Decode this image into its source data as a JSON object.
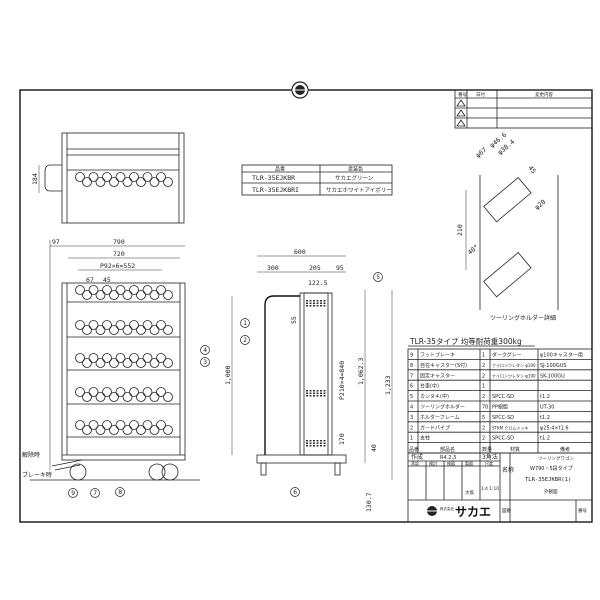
{
  "revision_table": {
    "headers": [
      "番号",
      "日付",
      "変更内容"
    ],
    "rows": 3
  },
  "model_table": {
    "headers": [
      "品番",
      "塗装色"
    ],
    "rows": [
      [
        "TLR-35EJKBR",
        "サカエグリーン"
      ],
      [
        "TLR-35EJKBRI",
        "サカエホワイトアイボリー"
      ]
    ]
  },
  "top_view": {
    "dim_depth": "184"
  },
  "front_view": {
    "dim_overall": "790",
    "dim_left": "97",
    "dim_inner": "720",
    "dim_pitch": "P92×6=552",
    "dim_a": "67",
    "dim_b": "45",
    "label_release": "解除時",
    "label_brake": "ブレーキ時"
  },
  "side_view": {
    "dim_total": "600",
    "dim_a": "300",
    "dim_b": "205",
    "dim_c": "95",
    "dim_d": "122.5",
    "dim_e": "55",
    "dim_pitch": "P210×4=840",
    "dim_f": "170",
    "dim_h1": "1,000",
    "dim_h2": "1,062.3",
    "dim_h3": "1,233",
    "dim_g": "40",
    "dim_caster": "130.7"
  },
  "holder_detail": {
    "title": "ツーリングホルダー詳細",
    "dims": [
      "φ67",
      "φ46.6",
      "φ38.4",
      "45",
      "φ20",
      "210",
      "40°"
    ]
  },
  "callouts": [
    "1",
    "2",
    "3",
    "4",
    "5",
    "6",
    "7",
    "8",
    "9"
  ],
  "parts_title": "TLR-35タイプ  均等耐荷重300kg",
  "parts_table": {
    "headers": [
      "品番",
      "部品名",
      "数量",
      "材質",
      "備考"
    ],
    "rows": [
      [
        "9",
        "フットブレーキ",
        "1",
        "ダークグレー",
        "φ100キャスター用"
      ],
      [
        "8",
        "自在キャスター(S付)",
        "2",
        "ナイロンウレタン φ100",
        "SJ-100GUS"
      ],
      [
        "7",
        "固定キャスター",
        "2",
        "ナイロンウレタン φ100",
        "SK-100GU"
      ],
      [
        "6",
        "台車(中)",
        "1",
        "",
        ""
      ],
      [
        "5",
        "カンヌキ(中)",
        "2",
        "SPCC-SD",
        "t1.2"
      ],
      [
        "4",
        "ツーリングホルダー",
        "70",
        "PP樹脂",
        "UT-30"
      ],
      [
        "3",
        "ホルダーフレーム",
        "5",
        "SPCC-SD",
        "t1.2"
      ],
      [
        "2",
        "ガードパイプ",
        "2",
        "STKM クロムメッキ",
        "φ25.4×t1.6"
      ],
      [
        "1",
        "支柱",
        "2",
        "SPCC-SD",
        "t1.2"
      ]
    ]
  },
  "title_block": {
    "created_label": "作成",
    "created_date": "R4.2.3",
    "projection": "3角法",
    "sign_labels": [
      "承認",
      "検討",
      "検図",
      "製図",
      "尺度"
    ],
    "drafter": "大坂",
    "scale": "1:4  1:10",
    "name_label": "名称",
    "name_lines": [
      "ツーリングワゴン",
      "W790・5段タイプ",
      "TLR-35EJKBR(1)",
      "外観図"
    ],
    "drawing_no_label": "図番",
    "number_label": "番号",
    "company_prefix": "株式会社",
    "company": "サカエ"
  }
}
